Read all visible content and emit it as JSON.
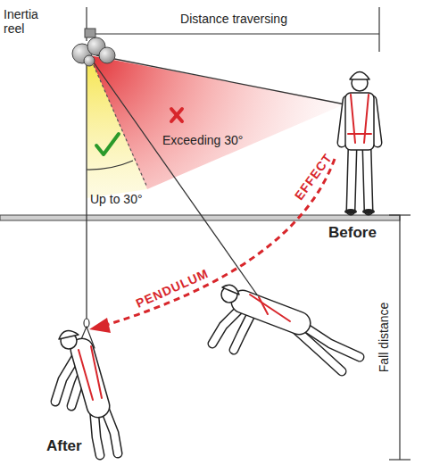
{
  "diagram": {
    "labels": [
      "Distance traversing",
      "Inertia reel",
      "Exceeding 30°",
      "Up to 30°",
      "EFFECT",
      "PENDULUM",
      "Before",
      "After",
      "Fall distance"
    ]
  }
}
